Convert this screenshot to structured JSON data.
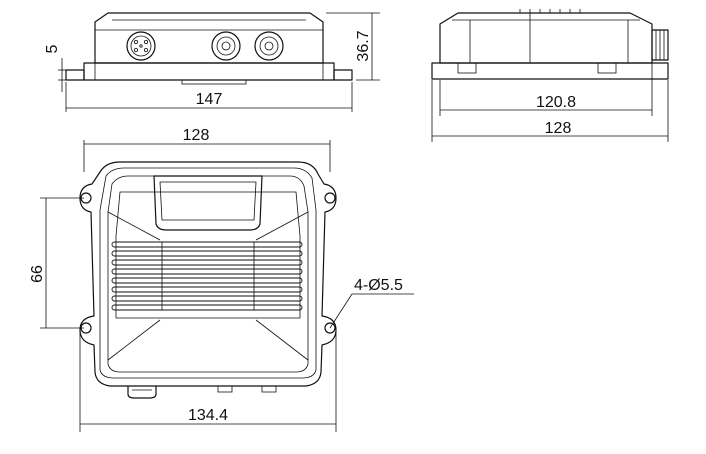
{
  "drawing": {
    "front_view": {
      "width_label": "147",
      "height_label": "36.7",
      "flange_label": "5"
    },
    "side_view": {
      "inner_width_label": "120.8",
      "outer_width_label": "128"
    },
    "top_view": {
      "top_width_label": "128",
      "hole_spacing_label": "66",
      "hole_note_label": "4-Ø5.5",
      "bottom_width_label": "134.4"
    }
  }
}
